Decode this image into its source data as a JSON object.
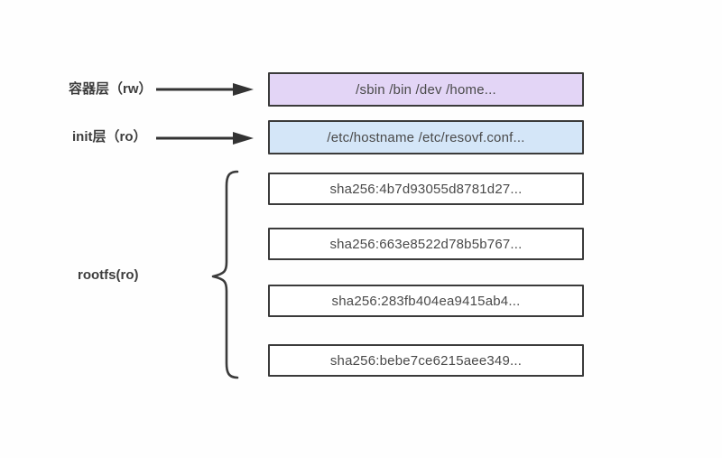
{
  "diagram": {
    "title": "docker-container-layers-diagram",
    "container_layer": {
      "label": "容器层（rw）",
      "content": "/sbin /bin /dev /home...",
      "fill": "#e3d5f6"
    },
    "init_layer": {
      "label": "init层（ro）",
      "content": "/etc/hostname /etc/resovf.conf...",
      "fill": "#d4e6f8"
    },
    "rootfs": {
      "label": "rootfs(ro)",
      "items": [
        "sha256:4b7d93055d8781d27...",
        "sha256:663e8522d78b5b767...",
        "sha256:283fb404ea9415ab4...",
        "sha256:bebe7ce6215aee349..."
      ]
    },
    "colors": {
      "border": "#3b3b3b",
      "arrow": "#333333",
      "box_text": "#4a4a4a",
      "label_text": "#3d3d3d",
      "background": "#fefefe"
    }
  }
}
